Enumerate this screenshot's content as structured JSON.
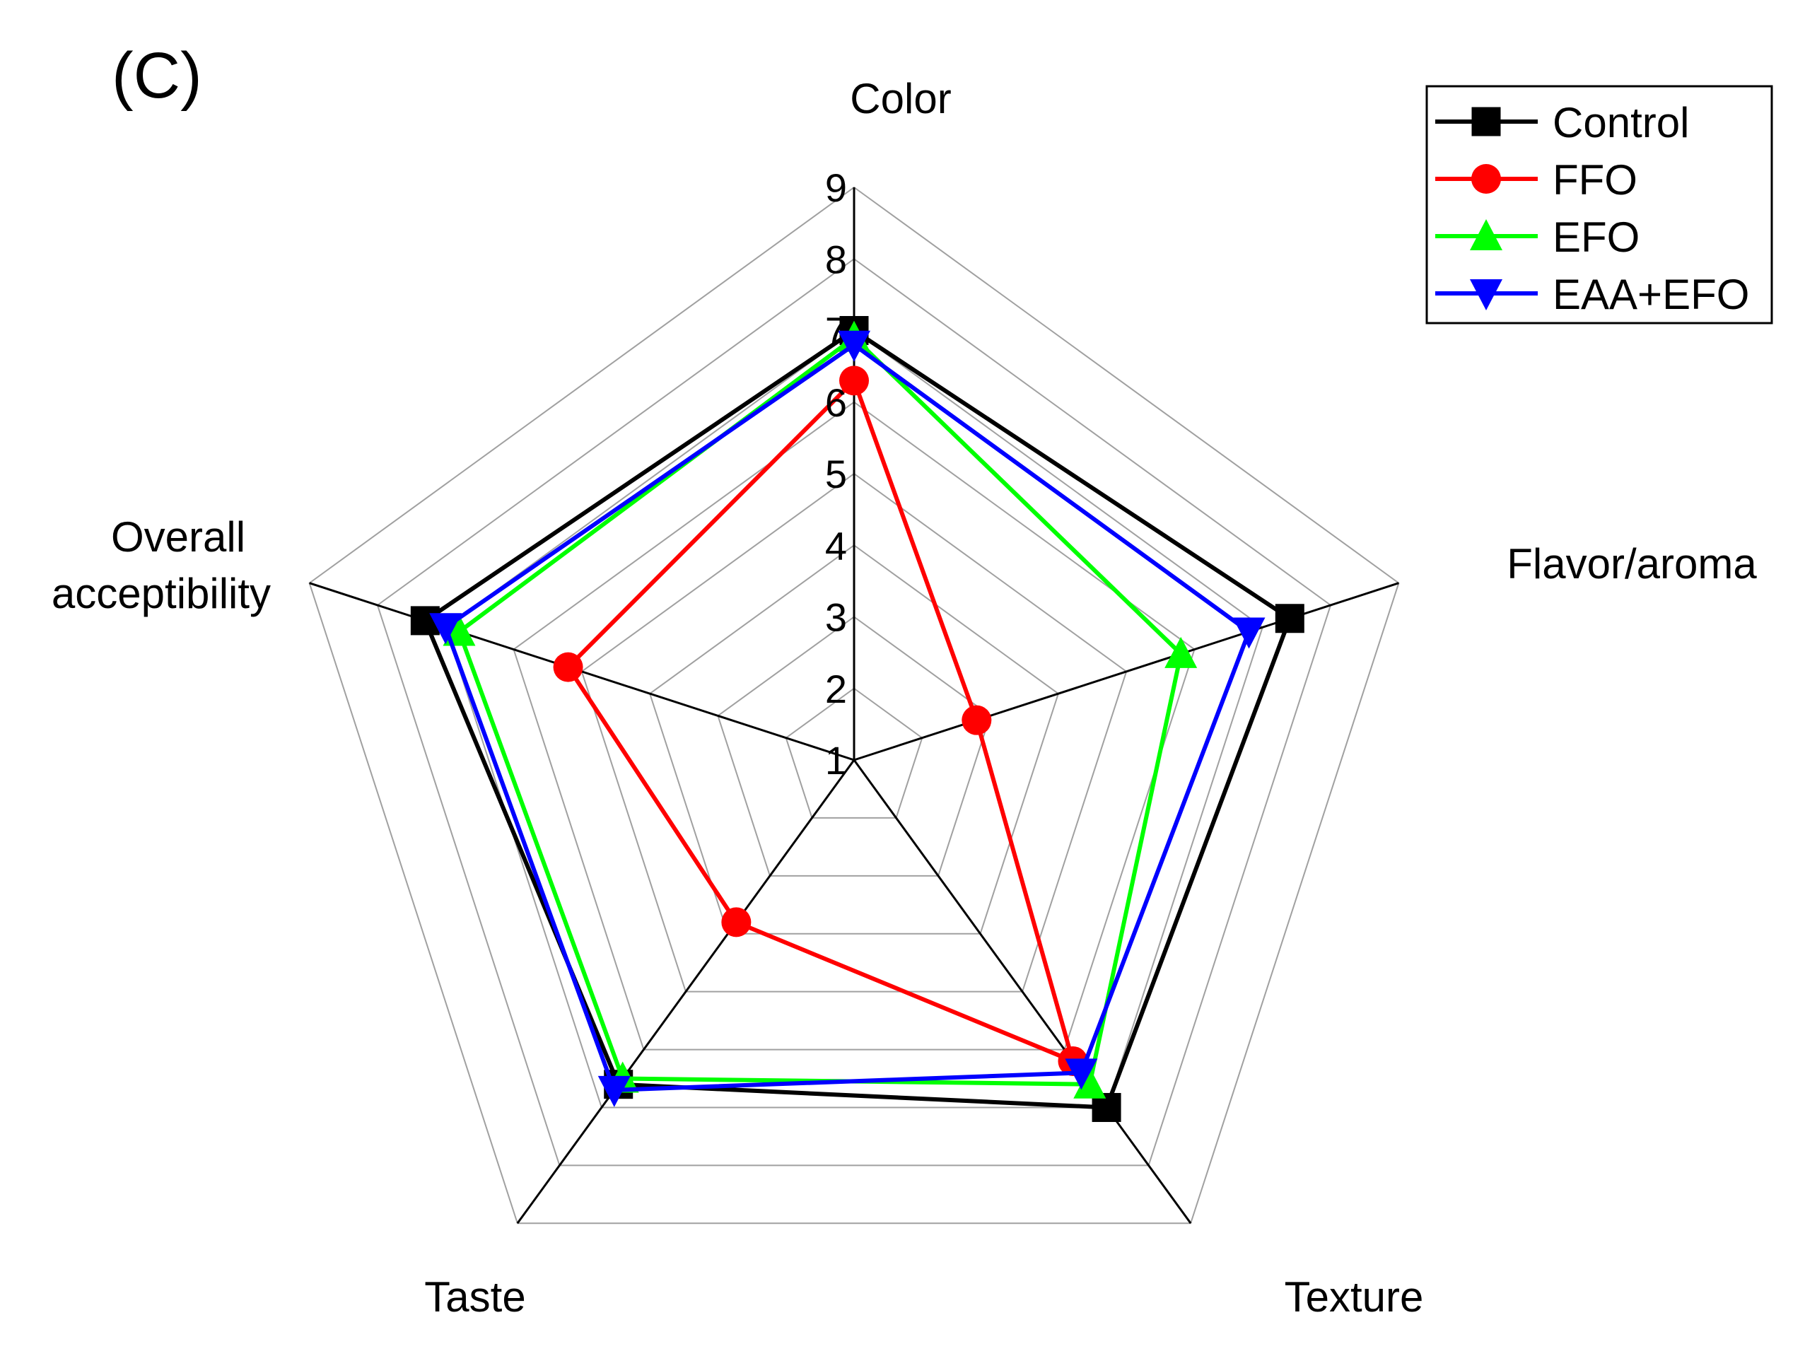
{
  "panel_label": "(C)",
  "chart_data": {
    "type": "radar",
    "axes": [
      "Color",
      "Flavor/aroma",
      "Texture",
      "Taste",
      "Overall\nacceptibility"
    ],
    "axis_labels": {
      "color": "Color",
      "flavor": "Flavor/aroma",
      "texture": "Texture",
      "taste": "Taste",
      "overall_line1": "Overall",
      "overall_line2": "acceptibility"
    },
    "rlim": [
      1,
      9
    ],
    "ticks": [
      "1",
      "2",
      "3",
      "4",
      "5",
      "6",
      "7",
      "8",
      "9"
    ],
    "grid": true,
    "legend": "top-right",
    "series": [
      {
        "name": "Control",
        "color": "#000000",
        "marker": "square",
        "values": [
          7.0,
          7.4,
          7.0,
          6.6,
          7.3
        ]
      },
      {
        "name": "FFO",
        "color": "#ff0000",
        "marker": "circle",
        "values": [
          6.3,
          2.8,
          6.2,
          3.8,
          5.2
        ]
      },
      {
        "name": "EFO",
        "color": "#00ff00",
        "marker": "triangle-up",
        "values": [
          6.9,
          5.8,
          6.6,
          6.5,
          6.8
        ]
      },
      {
        "name": "EAA+EFO",
        "color": "#0000ff",
        "marker": "triangle-down",
        "values": [
          6.8,
          6.8,
          6.4,
          6.7,
          7.0
        ]
      }
    ]
  }
}
